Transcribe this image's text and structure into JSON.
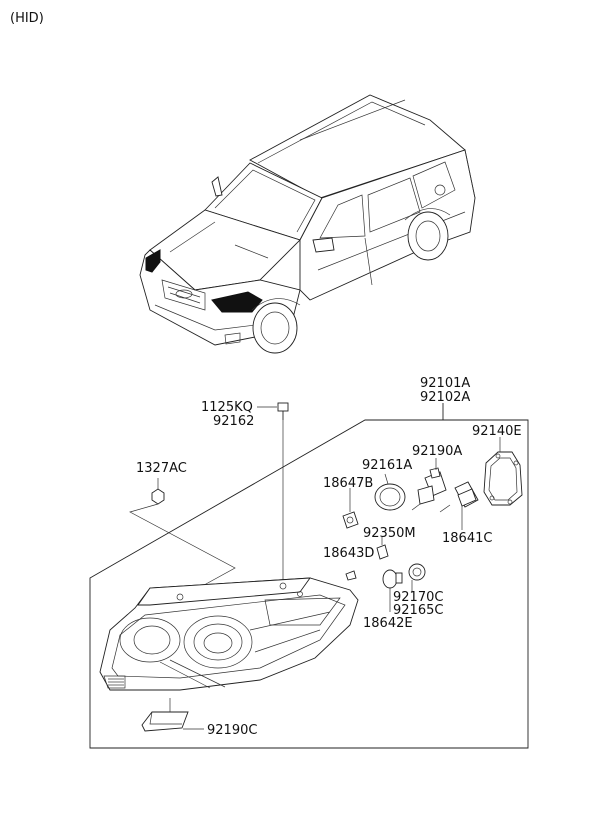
{
  "header": {
    "variant": "(HID)"
  },
  "labels": {
    "assembly": [
      "92101A",
      "92102A"
    ],
    "bolt": [
      "1125KQ",
      "92162"
    ],
    "nut": "1327AC",
    "gasket_cover": "92140E",
    "bulb_hid": "92190A",
    "cover_cap": "92161A",
    "socket_small": "18647B",
    "igniter": "18641C",
    "connector": "92350M",
    "small_bulb": "18643D",
    "turn_signal_socket": [
      "92170C",
      "92165C"
    ],
    "turn_signal_bulb": "18642E",
    "ballast": "92190C"
  },
  "colors": {
    "line": "#222222",
    "background": "#ffffff"
  }
}
